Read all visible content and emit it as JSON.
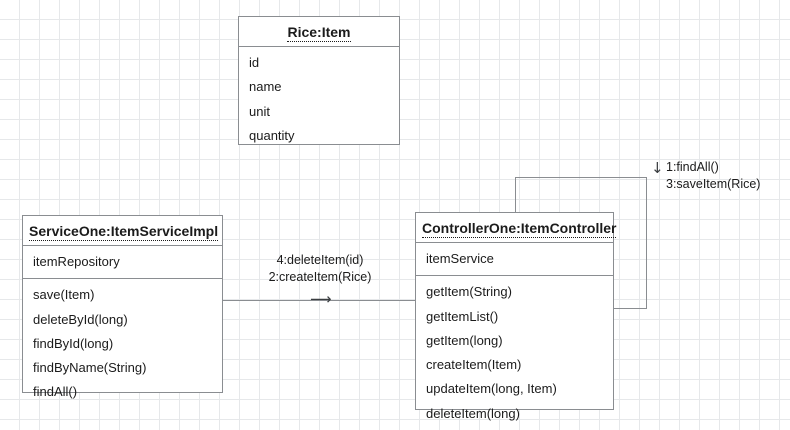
{
  "diagram": {
    "type": "uml-communication-diagram",
    "grid_color": "#e6e8ea",
    "border_color": "#8a8d91",
    "text_color": "#1b1b1b"
  },
  "objects": [
    {
      "id": "rice-item",
      "title": "Rice:Item",
      "attributes": [
        "id",
        "name",
        "unit",
        "quantity"
      ],
      "operations": []
    },
    {
      "id": "service-one",
      "title": "ServiceOne:ItemServiceImpl",
      "attributes": [
        "itemRepository"
      ],
      "operations": [
        "save(Item)",
        "deleteById(long)",
        "findById(long)",
        "findByName(String)",
        "findAll()"
      ]
    },
    {
      "id": "controller-one",
      "title": "ControllerOne:ItemController",
      "attributes": [
        "itemService"
      ],
      "operations": [
        "getItem(String)",
        "getItemList()",
        "getItem(long)",
        "createItem(Item)",
        "updateItem(long, Item)",
        "deleteItem(long)"
      ]
    }
  ],
  "messages": {
    "controller_to_service": {
      "line1": "4:deleteItem(id)",
      "line2": "2:createItem(Rice)",
      "arrow": "⟶"
    },
    "controller_self": {
      "arrow": "↓",
      "line1": "1:findAll()",
      "line2": "3:saveItem(Rice)"
    }
  }
}
